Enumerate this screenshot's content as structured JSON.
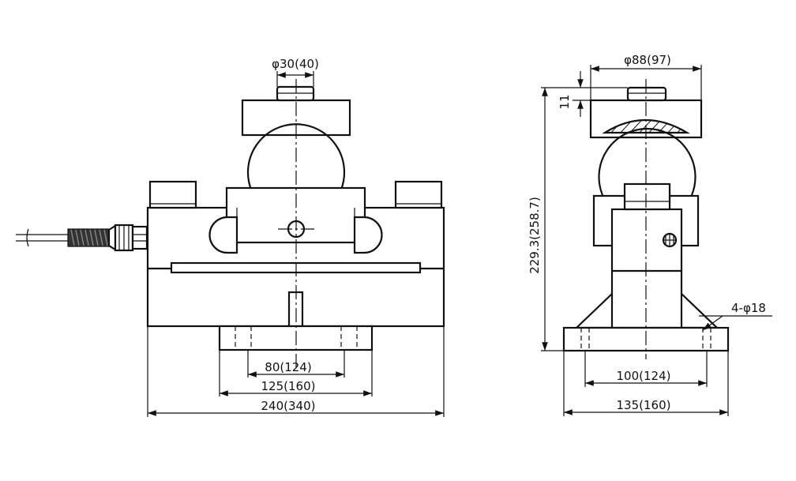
{
  "front_view": {
    "pin_diameter": "φ30(40)",
    "hole_spacing_inner": "80(124)",
    "base_width": "125(160)",
    "overall_length": "240(340)"
  },
  "side_view": {
    "top_cap_diameter": "φ88(97)",
    "cap_offset": "11",
    "overall_height": "229.3(258.7)",
    "mounting_holes": "4-φ18",
    "hole_spacing": "100(124)",
    "base_width": "135(160)"
  }
}
